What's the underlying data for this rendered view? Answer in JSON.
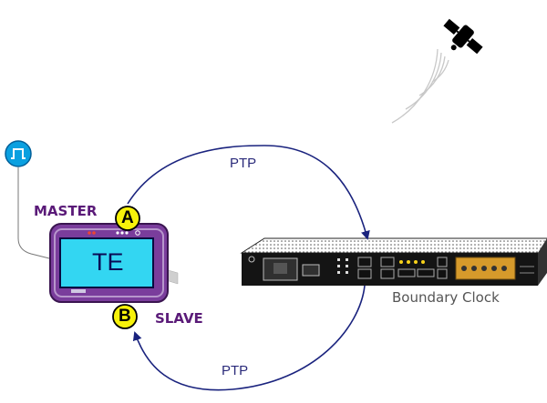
{
  "labels": {
    "ptp_top": "PTP",
    "ptp_bottom": "PTP",
    "master": "MASTER",
    "slave": "SLAVE",
    "port_a": "A",
    "port_b": "B",
    "tester": "TE",
    "boundary_clock": "Boundary Clock"
  },
  "icons": [
    "satellite-icon",
    "signal-waves-icon",
    "clock-pulse-icon",
    "tester-device-icon",
    "network-switch-icon"
  ],
  "colors": {
    "arrow": "#1a237e",
    "port_badge": "#f7f20a",
    "role_text": "#5a1a78",
    "screen": "#33d6f2",
    "device_frame": "#7a3d9c",
    "pulse_icon": "#0aa0e0"
  }
}
